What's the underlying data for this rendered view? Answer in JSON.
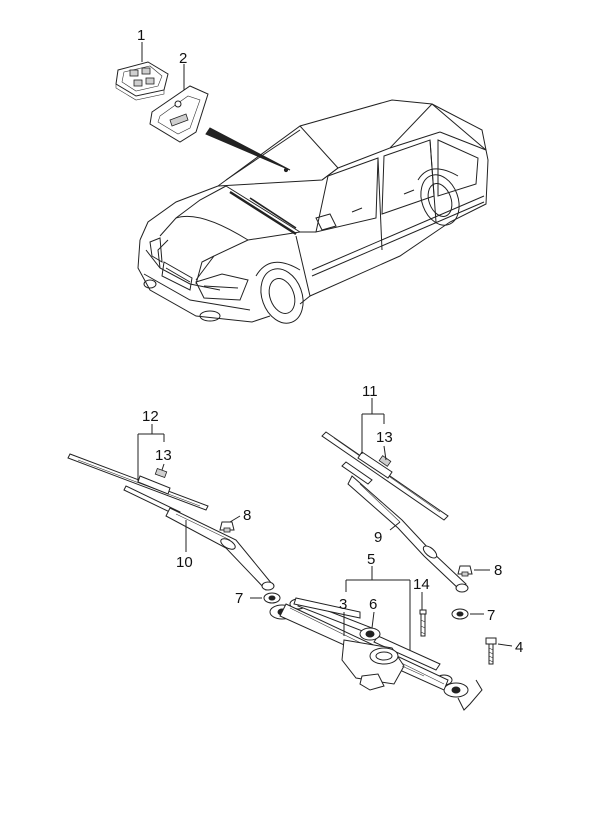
{
  "callouts": [
    {
      "id": "1",
      "text": "1"
    },
    {
      "id": "2",
      "text": "2"
    },
    {
      "id": "3",
      "text": "3"
    },
    {
      "id": "4",
      "text": "4"
    },
    {
      "id": "5",
      "text": "5"
    },
    {
      "id": "6",
      "text": "6"
    },
    {
      "id": "7a",
      "text": "7"
    },
    {
      "id": "7b",
      "text": "7"
    },
    {
      "id": "8a",
      "text": "8"
    },
    {
      "id": "8b",
      "text": "8"
    },
    {
      "id": "9",
      "text": "9"
    },
    {
      "id": "10",
      "text": "10"
    },
    {
      "id": "11",
      "text": "11"
    },
    {
      "id": "12",
      "text": "12"
    },
    {
      "id": "13a",
      "text": "13"
    },
    {
      "id": "13b",
      "text": "13"
    },
    {
      "id": "14",
      "text": "14"
    }
  ]
}
